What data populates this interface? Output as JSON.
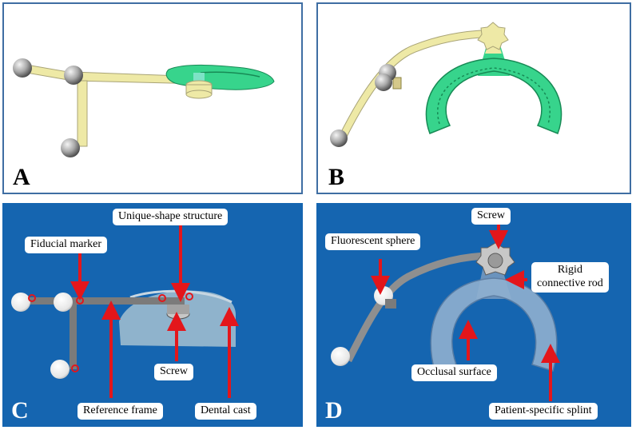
{
  "panels": {
    "a": {
      "letter": "A"
    },
    "b": {
      "letter": "B"
    },
    "c": {
      "letter": "C",
      "callouts": {
        "unique_shape": "Unique-shape structure",
        "fiducial_marker": "Fiducial marker",
        "screw": "Screw",
        "reference_frame": "Reference frame",
        "dental_cast": "Dental cast"
      }
    },
    "d": {
      "letter": "D",
      "callouts": {
        "screw": "Screw",
        "fluorescent_sphere": "Fluorescent sphere",
        "rigid_rod_line1": "Rigid",
        "rigid_rod_line2": "connective rod",
        "occlusal_surface": "Occlusal surface",
        "patient_specific_splint": "Patient-specific splint"
      }
    }
  },
  "colors": {
    "panel_border": "#3f6ea3",
    "photo_background": "#1565b0",
    "frame_model": "#eee9a6",
    "splint_model": "#37d48c",
    "sphere": "#a9a9a9",
    "arrow": "#e3161b"
  }
}
